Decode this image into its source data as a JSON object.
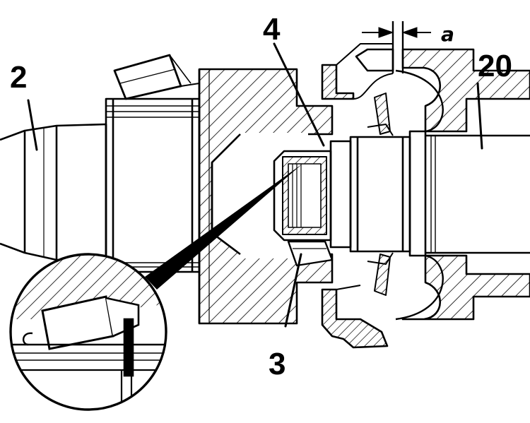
{
  "figure": {
    "callouts": {
      "part_2": "2",
      "part_3": "3",
      "part_4": "4",
      "part_20": "20"
    },
    "dimension_label": "a"
  },
  "colors": {
    "ink": "#000000",
    "paper": "#ffffff"
  }
}
